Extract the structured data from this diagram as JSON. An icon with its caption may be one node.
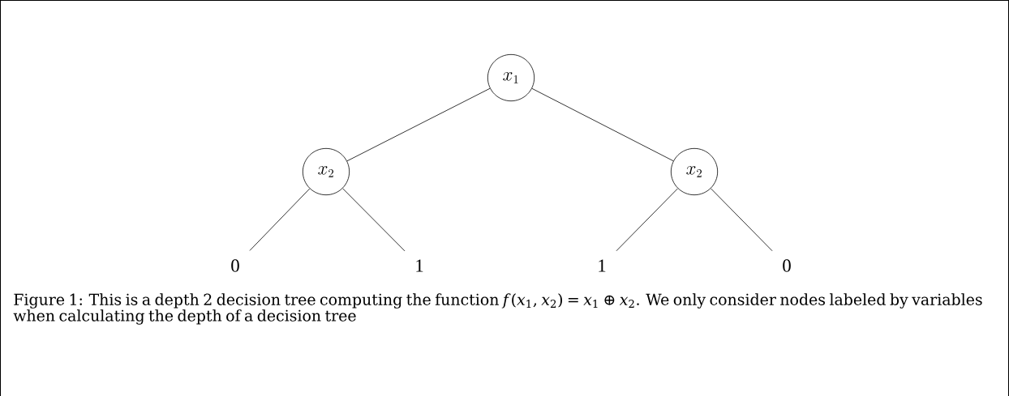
{
  "diagram": {
    "caption": "Figure 1: This is a depth 2 decision tree computing the function *f*(*x*$_{1}$, *x*$_{2}$) = *x*$_{1}$ ⊕ *x*$_{2}$. We only consider nodes labeled by variables when calculating the depth of a decision tree",
    "nodes": [
      {
        "text": [
          "x_1"
        ]
      },
      {
        "text": [
          "x_2"
        ]
      },
      {
        "text": [
          "x_2"
        ]
      },
      {
        "text": [
          "0"
        ]
      },
      {
        "text": [
          "1"
        ]
      },
      {
        "text": [
          "1"
        ]
      },
      {
        "text": [
          "0"
        ]
      }
    ],
    "edges": [
      {
        "from": 0,
        "to": 1,
        "arrow": "none"
      },
      {
        "from": 0,
        "to": 2,
        "arrow": "none"
      },
      {
        "from": 1,
        "to": 3,
        "arrow": "none"
      },
      {
        "from": 1,
        "to": 4,
        "arrow": "none"
      },
      {
        "from": 2,
        "to": 5,
        "arrow": "none"
      },
      {
        "from": 2,
        "to": 6,
        "arrow": "none"
      }
    ]
  }
}
